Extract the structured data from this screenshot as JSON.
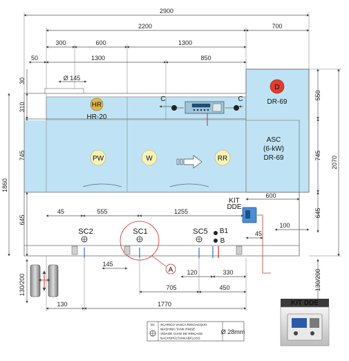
{
  "dims": {
    "top_total": "2900",
    "top_2200": "2200",
    "top_700": "700",
    "row_300": "300",
    "row_600": "600",
    "row_1300a": "1300",
    "row_50": "50",
    "row_1300b": "1300",
    "row_850": "850",
    "left_30": "30",
    "left_310": "310",
    "left_745": "745",
    "left_1860": "1860",
    "left_645": "645",
    "left_130_200": "130/200",
    "dia_145": "Ø 145",
    "right_550": "550",
    "right_745": "745",
    "right_2070": "2070",
    "right_645": "645",
    "right_130_200": "130/200",
    "d_600": "600",
    "d_100": "100",
    "d_45a": "45",
    "d_555": "555",
    "d_1255": "1255",
    "d_45b": "45",
    "d_145": "145",
    "d_120": "120",
    "d_330": "330",
    "d_705": "705",
    "d_450": "450",
    "d_130": "130",
    "d_1770": "1770"
  },
  "labels": {
    "hr_badge": "HR",
    "hr_model": "HR-20",
    "d_badge": "D",
    "dr_model": "DR-69",
    "c_left": "C",
    "c_right": "C",
    "pw": "PW",
    "w": "W",
    "rr": "RR",
    "asc_line1": "ASC",
    "asc_line2": "(6-kW)",
    "asc_line3": "DR-69",
    "kit_line1": "KIT",
    "kit_line2": "DDE",
    "kit_panel": "KIT DDE",
    "sc2": "SC2",
    "sc1": "SC1",
    "sc5": "SC5",
    "b1": "B1",
    "b": "B",
    "callout_a": "A"
  },
  "legend": {
    "code": "SC",
    "line1": "SCARICO VASCA RISCIACQUO",
    "line2": "WASHING TANK RINSE",
    "line3": "VIDAGE CUVE DE RINÇAGE",
    "line4": "NACHSPÜLTANKABFLUSS",
    "diameter": "Ø 28mm"
  },
  "colors": {
    "light_blue": "#bfe3f4",
    "badge_gold": "#e0b84a",
    "badge_yellow": "#f6f1b8",
    "badge_red": "#e33b2f",
    "drain_blue": "#2a6fd6",
    "highlight_red": "#d92323",
    "kit_red": "#c0392b"
  }
}
